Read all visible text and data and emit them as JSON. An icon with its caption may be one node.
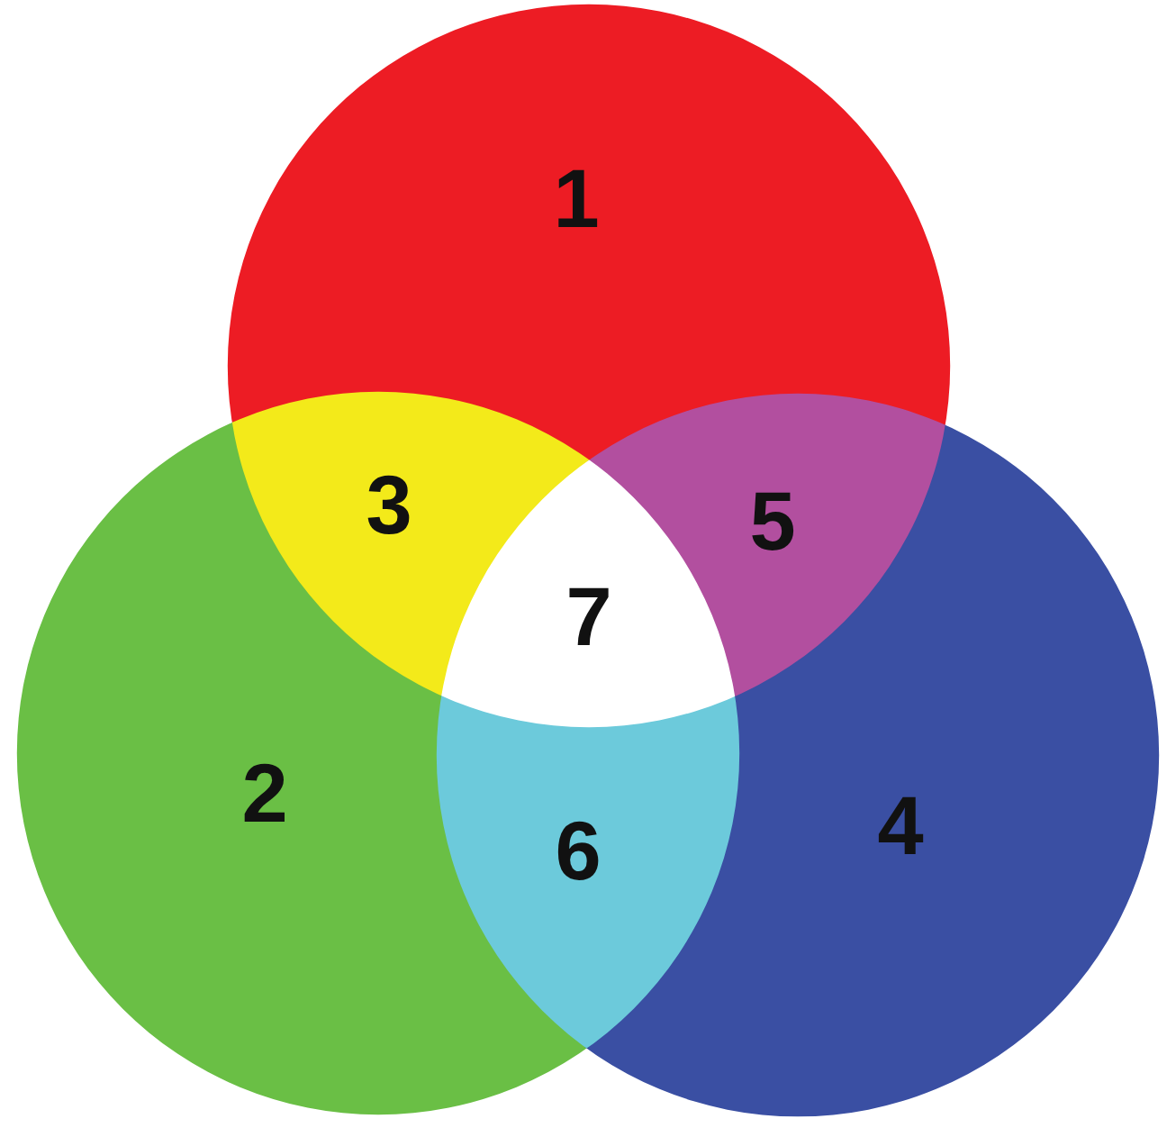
{
  "diagram": {
    "nodes": [
      {
        "text": [
          "1"
        ]
      },
      {
        "text": [
          "3"
        ]
      },
      {
        "text": [
          "5"
        ]
      },
      {
        "text": [
          "7"
        ]
      },
      {
        "text": [
          "2"
        ]
      },
      {
        "text": [
          "6"
        ]
      },
      {
        "text": [
          "4"
        ]
      }
    ]
  }
}
